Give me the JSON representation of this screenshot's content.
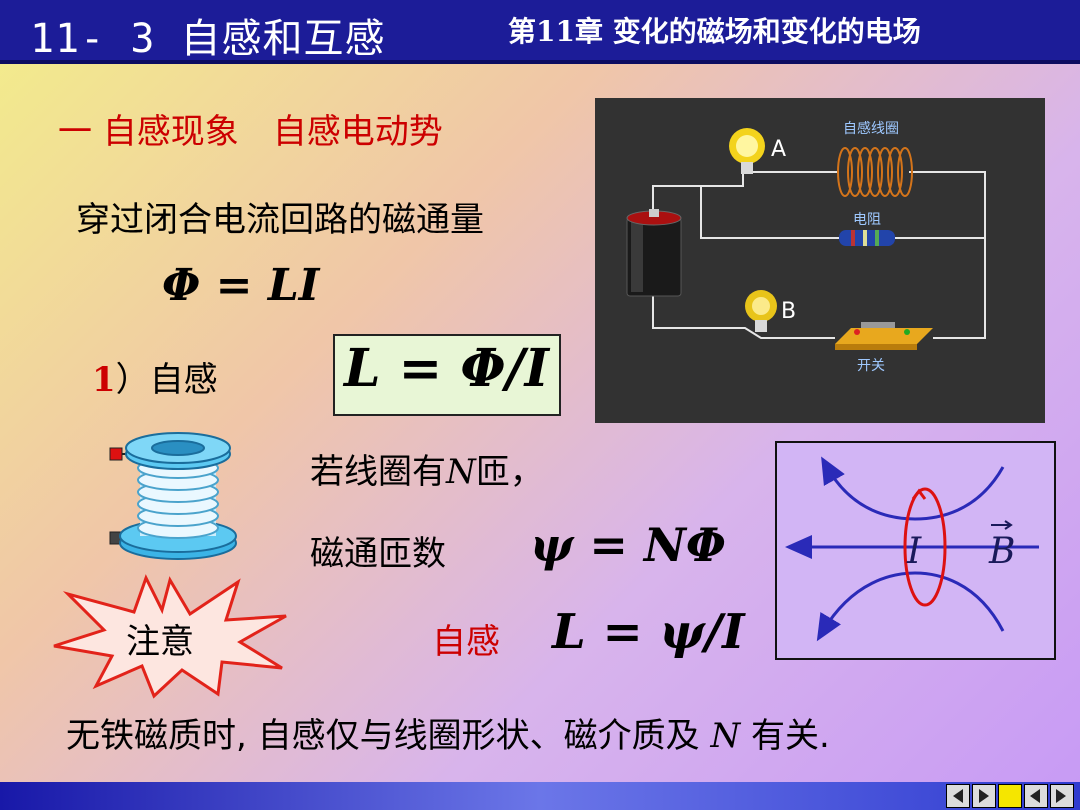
{
  "header": {
    "title_left": "11- 3 自感和互感",
    "title_right": "第11章 变化的磁场和变化的电场"
  },
  "content": {
    "section_heading": "一 自感现象　自感电动势",
    "flux_text": "穿过闭合电流回路的磁通量",
    "formula_phi": "Φ = LI",
    "self_num": "1",
    "self_label": "）自感",
    "formula_L": "L = Φ/I",
    "turns_pre": "若线圈有",
    "turns_N": "N",
    "turns_post": "匝，",
    "linkage_text": "磁通匝数",
    "formula_psi": "ψ = NΦ",
    "self2_label": "自感",
    "formula_L2": "L = ψ/I",
    "note_label": "注意",
    "bottom_pre": "无铁磁质时, 自感仅与线圈形状、磁介质及",
    "bottom_N": "N",
    "bottom_post": "有关."
  },
  "circuit": {
    "lamp_a": "A",
    "lamp_b": "B",
    "coil_label": "自感线圈",
    "resistor_label": "电阻",
    "switch_label": "开关"
  },
  "field_diagram": {
    "current_label": "I",
    "field_label": "B"
  },
  "nav": {
    "icons": [
      "nav-prev-icon",
      "nav-next-icon",
      "nav-home-icon",
      "nav-back-icon",
      "nav-end-icon"
    ]
  },
  "colors": {
    "header_bg": "#1c1c98",
    "accent_red": "#cc0000",
    "field_line_blue": "#2a2ab8",
    "loop_red": "#dd1111"
  }
}
